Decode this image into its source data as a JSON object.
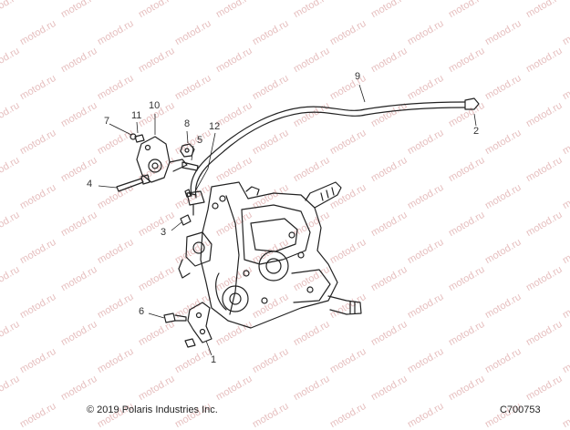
{
  "copyright": "© 2019 Polaris Industries Inc.",
  "figure_code": "C700753",
  "watermark_text": "motod.ru",
  "callouts": [
    "1",
    "2",
    "3",
    "4",
    "5",
    "6",
    "7",
    "8",
    "9",
    "10",
    "11",
    "12"
  ]
}
